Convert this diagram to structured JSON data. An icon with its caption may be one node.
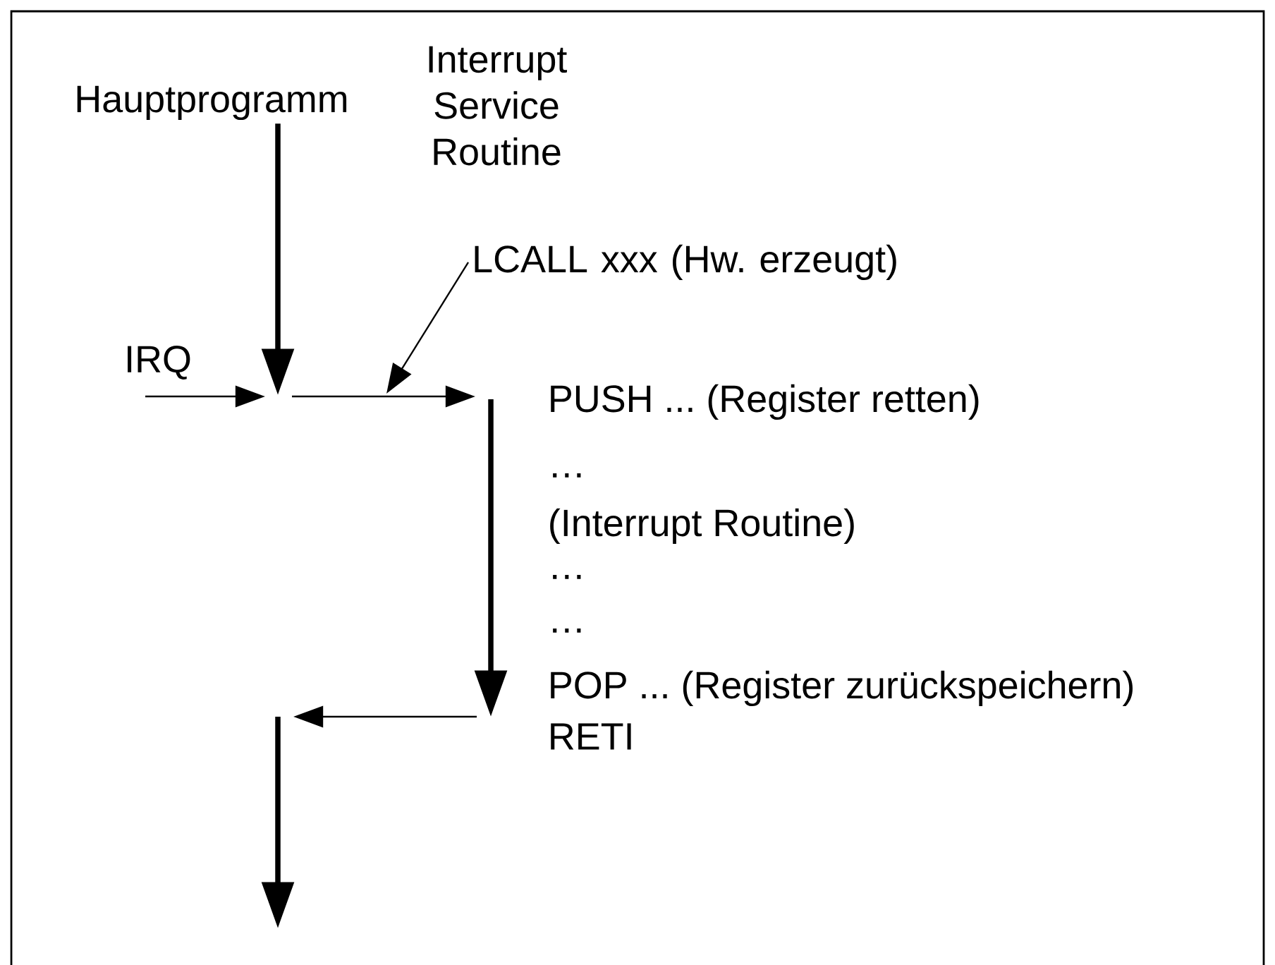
{
  "diagram": {
    "nodes": [
      {
        "text": [
          "Hauptprogramm"
        ]
      },
      {
        "text": [
          "Interrupt Service Routine"
        ]
      },
      {
        "text": [
          "LCALL xxx (Hw. erzeugt)"
        ]
      }
    ],
    "edges": [
      {
        "from": 0,
        "to": null,
        "arrow": "to",
        "style": "thick"
      },
      {
        "from": 2,
        "to": null,
        "arrow": "to"
      }
    ],
    "labels": [
      "IRQ",
      "PUSH ... (Register retten)",
      "…",
      "(Interrupt Routine)",
      "…",
      "…",
      "POP ... (Register zurückspeichern)",
      "RETI"
    ]
  }
}
